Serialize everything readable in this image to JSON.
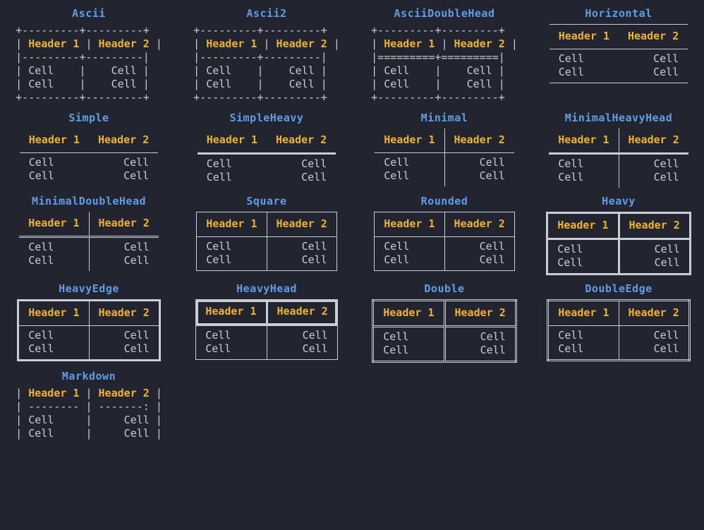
{
  "theme": {
    "background": "#22252f",
    "title_color": "#5f9ee6",
    "header_color": "#f0b429",
    "text_color": "#c8cdd6",
    "line_color": "#c8cdd6"
  },
  "table_content": {
    "headers": [
      "Header 1",
      "Header 2"
    ],
    "rows": [
      [
        "Cell",
        "Cell"
      ],
      [
        "Cell",
        "Cell"
      ]
    ],
    "col1_align": "left",
    "col2_align": "right"
  },
  "boxes": [
    {
      "id": "ascii",
      "title": "Ascii",
      "kind": "ascii",
      "lines": [
        "+---------+---------+",
        "| @Header 1@ | @Header 2@ |",
        "|---------+---------|",
        "| Cell    |    Cell |",
        "| Cell    |    Cell |",
        "+---------+---------+"
      ],
      "top_line": "+-------------------+",
      "bottom_line": "+-------------------+"
    },
    {
      "id": "ascii2",
      "title": "Ascii2",
      "kind": "ascii",
      "lines": [
        "+---------+---------+",
        "| @Header 1@ | @Header 2@ |",
        "|---------+---------|",
        "| Cell    |    Cell |",
        "| Cell    |    Cell |",
        "+---------+---------+"
      ]
    },
    {
      "id": "asciidoublehead",
      "title": "AsciiDoubleHead",
      "kind": "ascii",
      "lines": [
        "+---------+---------+",
        "| @Header 1@ | @Header 2@ |",
        "|=========+=========|",
        "| Cell    |    Cell |",
        "| Cell    |    Cell |",
        "+---------+---------+"
      ]
    },
    {
      "id": "horizontal",
      "title": "Horizontal",
      "kind": "box",
      "style": "sty-horizontal"
    },
    {
      "id": "simple",
      "title": "Simple",
      "kind": "box",
      "style": "sty-simple"
    },
    {
      "id": "simpleheavy",
      "title": "SimpleHeavy",
      "kind": "box",
      "style": "sty-simpleheavy"
    },
    {
      "id": "minimal",
      "title": "Minimal",
      "kind": "box",
      "style": "sty-minimal"
    },
    {
      "id": "minimalheavyhead",
      "title": "MinimalHeavyHead",
      "kind": "box",
      "style": "sty-minimalheavyhead"
    },
    {
      "id": "minimaldoublehead",
      "title": "MinimalDoubleHead",
      "kind": "box",
      "style": "sty-minimaldoublehead"
    },
    {
      "id": "square",
      "title": "Square",
      "kind": "box",
      "style": "sty-square"
    },
    {
      "id": "rounded",
      "title": "Rounded",
      "kind": "box",
      "style": "sty-rounded"
    },
    {
      "id": "heavy",
      "title": "Heavy",
      "kind": "box",
      "style": "sty-heavy"
    },
    {
      "id": "heavyedge",
      "title": "HeavyEdge",
      "kind": "box",
      "style": "sty-heavyedge"
    },
    {
      "id": "heavyhead",
      "title": "HeavyHead",
      "kind": "box",
      "style": "sty-heavyhead"
    },
    {
      "id": "double",
      "title": "Double",
      "kind": "box",
      "style": "sty-double"
    },
    {
      "id": "doubleedge",
      "title": "DoubleEdge",
      "kind": "box",
      "style": "sty-doubleedge"
    },
    {
      "id": "markdown",
      "title": "Markdown",
      "kind": "ascii",
      "lines": [
        "| @Header 1@ | @Header 2@ |",
        "| -------- | -------: |",
        "| Cell     |     Cell |",
        "| Cell     |     Cell |"
      ]
    }
  ]
}
